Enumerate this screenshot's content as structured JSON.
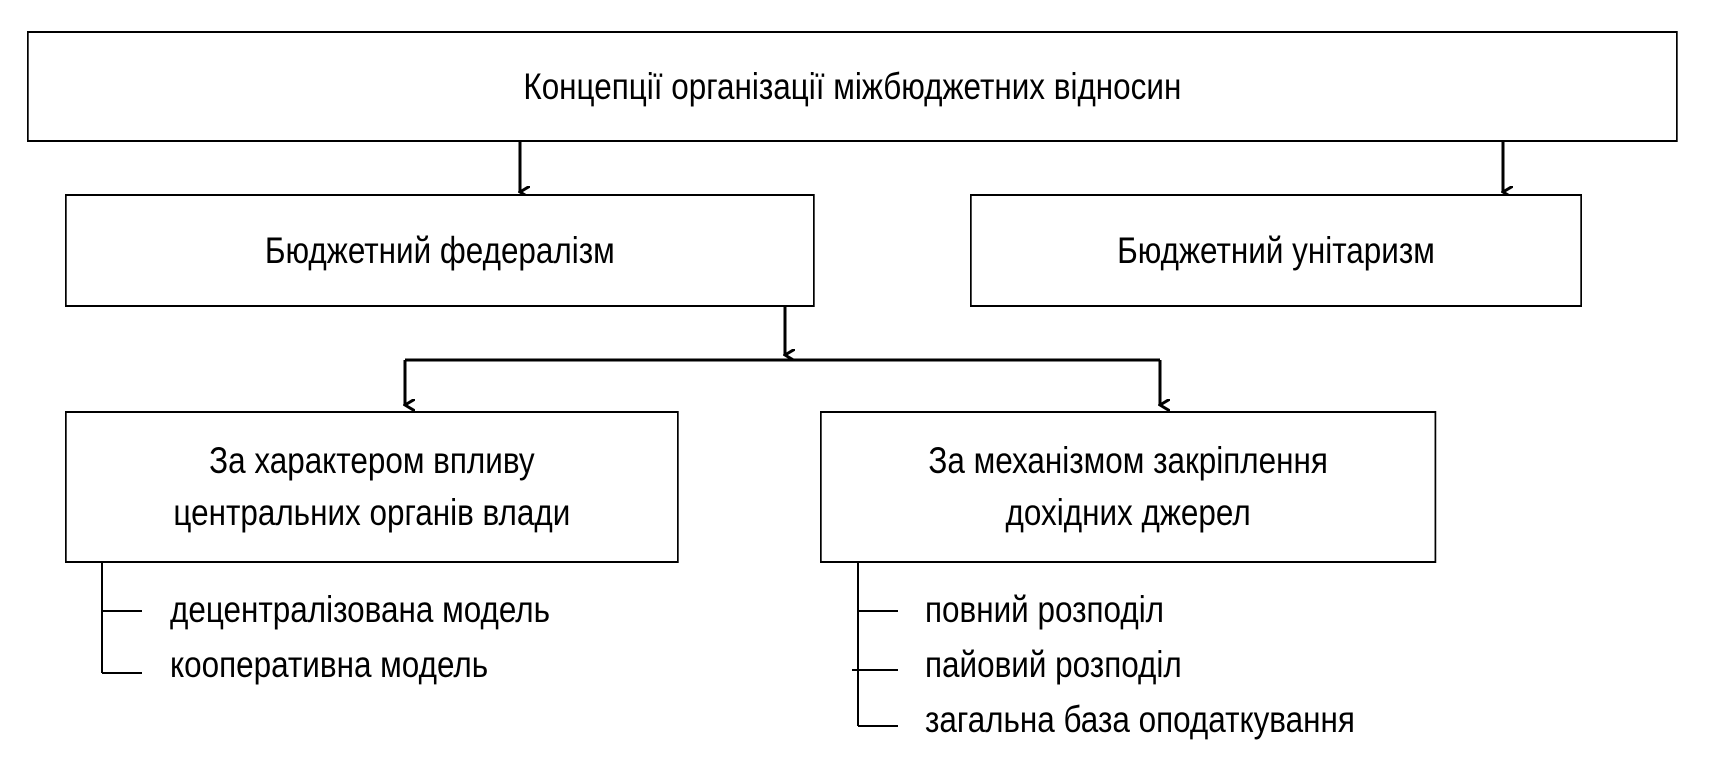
{
  "diagram": {
    "root": {
      "label": "Концепції організації міжбюджетних відносин"
    },
    "level1": [
      {
        "label": "Бюджетний федералізм"
      },
      {
        "label": "Бюджетний унітаризм"
      }
    ],
    "level2": [
      {
        "label_line1": "За характером впливу",
        "label_line2": "центральних органів влади",
        "items": [
          "децентралізована модель",
          "кооперативна модель"
        ]
      },
      {
        "label_line1": "За механізмом закріплення",
        "label_line2": "дохідних джерел",
        "items": [
          "повний розподіл",
          "пайовий розподіл",
          "загальна база оподаткування"
        ]
      }
    ]
  }
}
